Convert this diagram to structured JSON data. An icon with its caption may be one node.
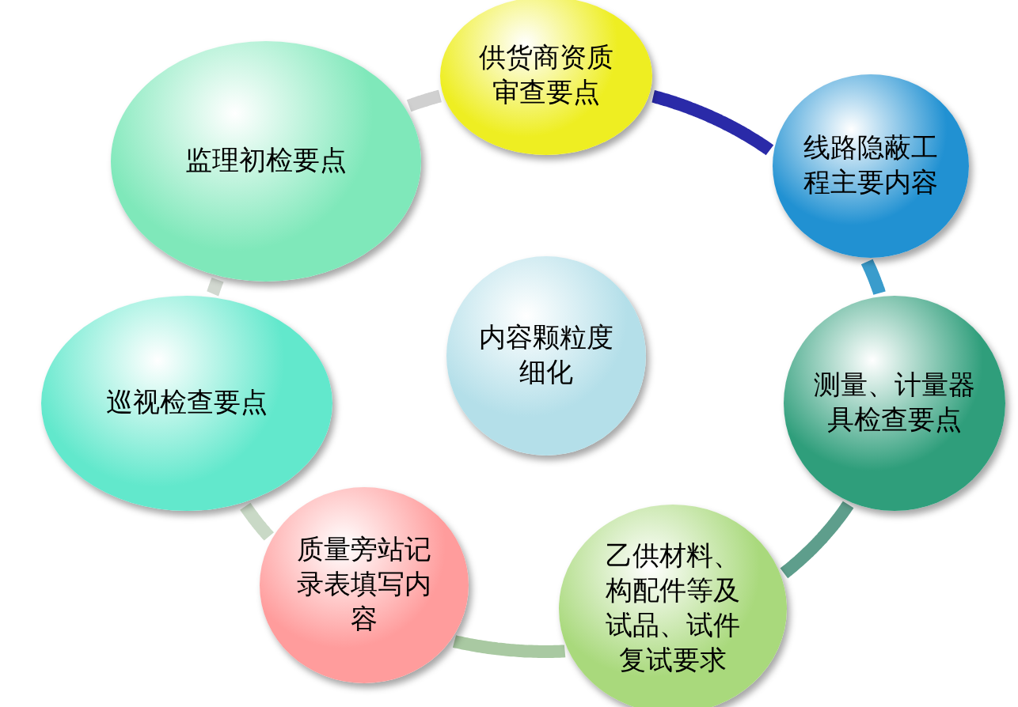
{
  "diagram": {
    "nodes": [
      {
        "text": [
          "供货商资质审查要点"
        ]
      },
      {
        "text": [
          "监理初检要点"
        ]
      },
      {
        "text": [
          "线路隐蔽工程主要内容"
        ]
      },
      {
        "text": [
          "内容颗粒度细化"
        ]
      },
      {
        "text": [
          "巡视检查要点"
        ]
      },
      {
        "text": [
          "测量、计量器具检查要点"
        ]
      },
      {
        "text": [
          "质量旁站记录表填写内容"
        ]
      },
      {
        "text": [
          "乙供材料、构配件等及试品、试件复试要求"
        ]
      }
    ],
    "edges": [
      {
        "from": 0,
        "to": 2,
        "arrow": "none",
        "color": "#2a2aa8"
      },
      {
        "from": 2,
        "to": 5,
        "arrow": "none",
        "color": "#3a9ccc"
      },
      {
        "from": 5,
        "to": 7,
        "arrow": "none",
        "color": "#5e9e8c"
      },
      {
        "from": 7,
        "to": 6,
        "arrow": "none",
        "color": "#a9c9a2"
      },
      {
        "from": 6,
        "to": 4,
        "arrow": "none",
        "color": "#c9d9c6"
      },
      {
        "from": 4,
        "to": 1,
        "arrow": "none",
        "color": "#d2d8d0"
      },
      {
        "from": 1,
        "to": 0,
        "arrow": "none",
        "color": "#d0d0d0"
      }
    ]
  }
}
